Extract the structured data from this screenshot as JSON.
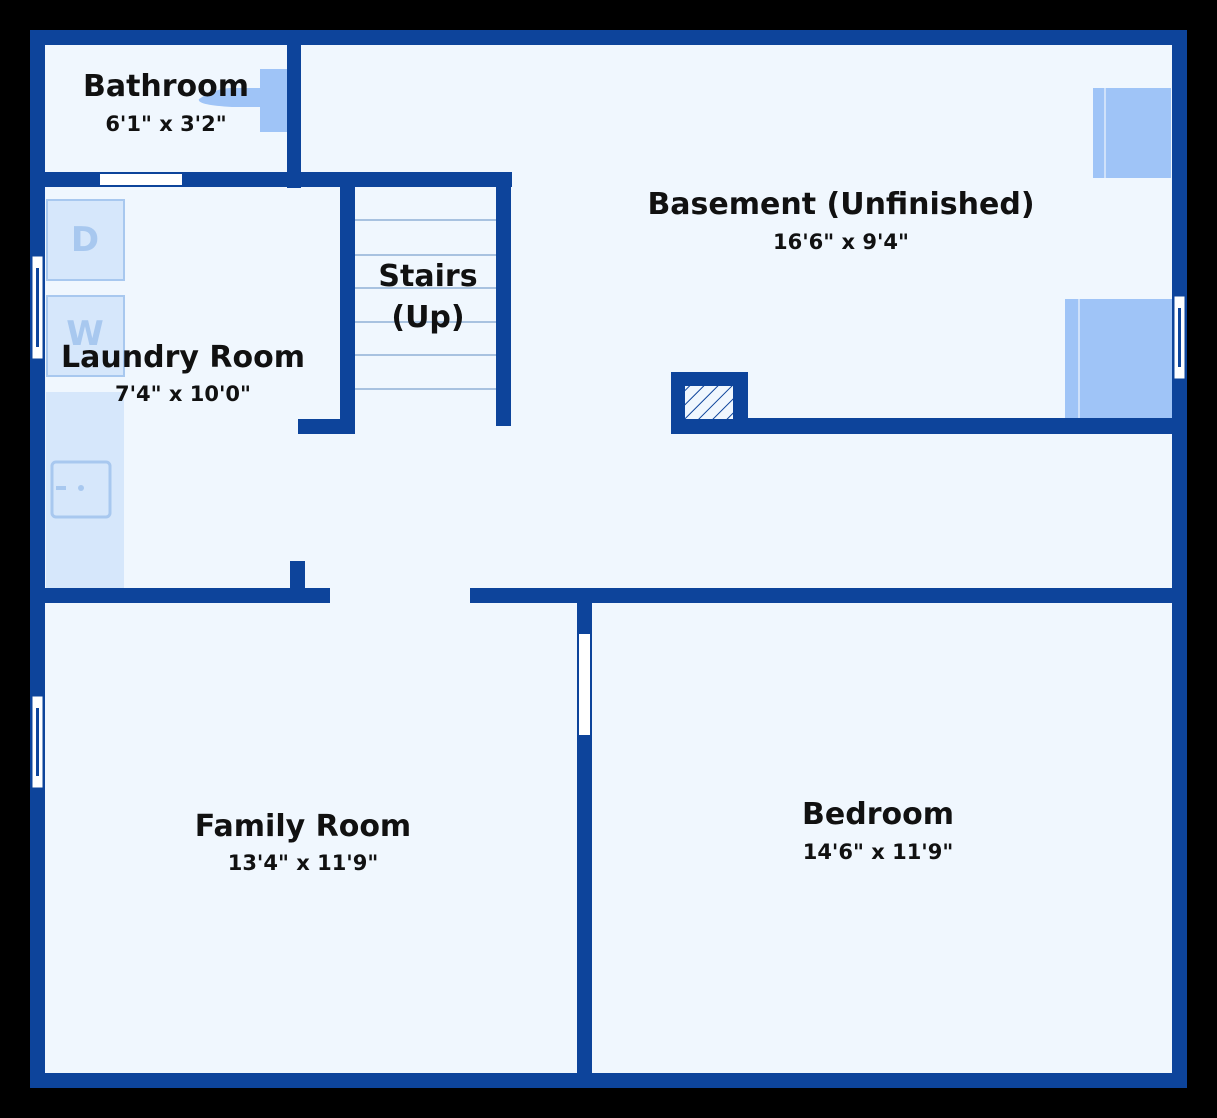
{
  "colors": {
    "background": "#000000",
    "floor": "#f0f7fe",
    "wall": "#0d449b",
    "fixture": "#9fc4f7",
    "fixture_light": "#d6e7fb",
    "stair_line": "#8fb0d6"
  },
  "rooms": {
    "bathroom": {
      "name": "Bathroom",
      "dim": "6'1\" x 3'2\""
    },
    "laundry": {
      "name": "Laundry Room",
      "dim": "7'4\" x 10'0\""
    },
    "stairs": {
      "line1": "Stairs",
      "line2": "(Up)"
    },
    "basement": {
      "name": "Basement (Unfinished)",
      "dim": "16'6\" x 9'4\""
    },
    "family": {
      "name": "Family Room",
      "dim": "13'4\" x 11'9\""
    },
    "bedroom": {
      "name": "Bedroom",
      "dim": "14'6\" x 11'9\""
    }
  },
  "fixtures": {
    "dryer_label": "D",
    "washer_label": "W"
  }
}
